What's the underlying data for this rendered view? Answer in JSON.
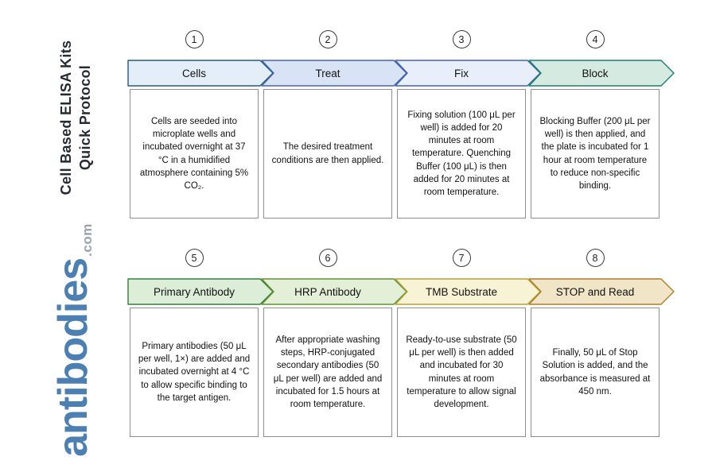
{
  "branding": {
    "title_line1": "Cell Based ELISA Kits",
    "title_line2": "Quick Protocol",
    "logo": "antibodies",
    "logo_suffix": ".com",
    "logo_color": "#4d80b2",
    "title_color": "#252a33"
  },
  "steps": [
    {
      "number": "1",
      "label": "Cells",
      "fill": "#e4eef9",
      "border": "#265a7a",
      "description": "Cells are seeded into microplate wells and incubated overnight at 37 °C in a humidified atmosphere containing 5% CO₂."
    },
    {
      "number": "2",
      "label": "Treat",
      "fill": "#d9e3f6",
      "border": "#4565ae",
      "description": "The desired treatment conditions are then applied."
    },
    {
      "number": "3",
      "label": "Fix",
      "fill": "#e8effb",
      "border": "#3f63ac",
      "description": "Fixing solution (100 μL per well) is added for 20 minutes at room temperature. Quenching Buffer (100 μL) is then added for 20 minutes at room temperature."
    },
    {
      "number": "4",
      "label": "Block",
      "fill": "#d5eae1",
      "border": "#1b7f6e",
      "description": "Blocking Buffer (200 μL per well) is then applied, and the plate is incubated for 1 hour at room temperature to reduce non-specific binding."
    },
    {
      "number": "5",
      "label": "Primary Antibody",
      "fill": "#dcedd8",
      "border": "#367d3f",
      "description": "Primary antibodies (50 μL per well, 1×) are added and incubated overnight at 4 °C to allow specific binding to the target antigen."
    },
    {
      "number": "6",
      "label": "HRP Antibody",
      "fill": "#e3efd6",
      "border": "#63902f",
      "description": "After appropriate washing steps, HRP-conjugated secondary antibodies (50 μL per well) are added and incubated for 1.5 hours at room temperature."
    },
    {
      "number": "7",
      "label": "TMB Substrate",
      "fill": "#f8f3d4",
      "border": "#b0a23a",
      "description": "Ready-to-use substrate (50 μL per well) is then added and incubated for 30 minutes at room temperature to allow signal development."
    },
    {
      "number": "8",
      "label": "STOP and Read",
      "fill": "#f1e5c7",
      "border": "#ad7d2c",
      "description": "Finally, 50 μL of Stop Solution is added, and the absorbance is measured at 450 nm."
    }
  ]
}
